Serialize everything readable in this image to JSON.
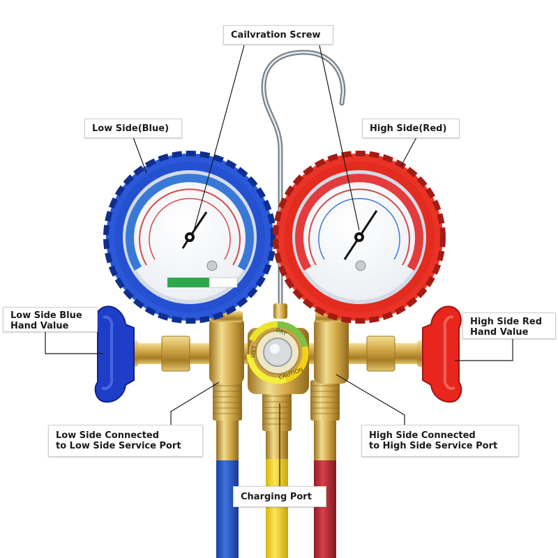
{
  "labels": {
    "calibration_screw": "Cailvration Screw",
    "low_side": "Low Side(Blue)",
    "high_side": "High Side(Red)",
    "low_hand_line1": "Low Side Blue",
    "low_hand_line2": "Hand Value",
    "high_hand_line1": "High Side Red",
    "high_hand_line2": "Hand Value",
    "low_connected_line1": "Low Side Connected",
    "low_connected_line2": "to Low Side Service Port",
    "high_connected_line1": "High Side Connected",
    "high_connected_line2": "to High Side Service Port",
    "charging_port": "Charging Port"
  },
  "sight_glass": {
    "dry": "DRY",
    "caution": "CAUTION",
    "wet": "WET"
  },
  "colors": {
    "low_side": "#1f5fd6",
    "high_side": "#e8261d",
    "charging_hose": "#f2d21b",
    "brass": "#c9a24a"
  }
}
